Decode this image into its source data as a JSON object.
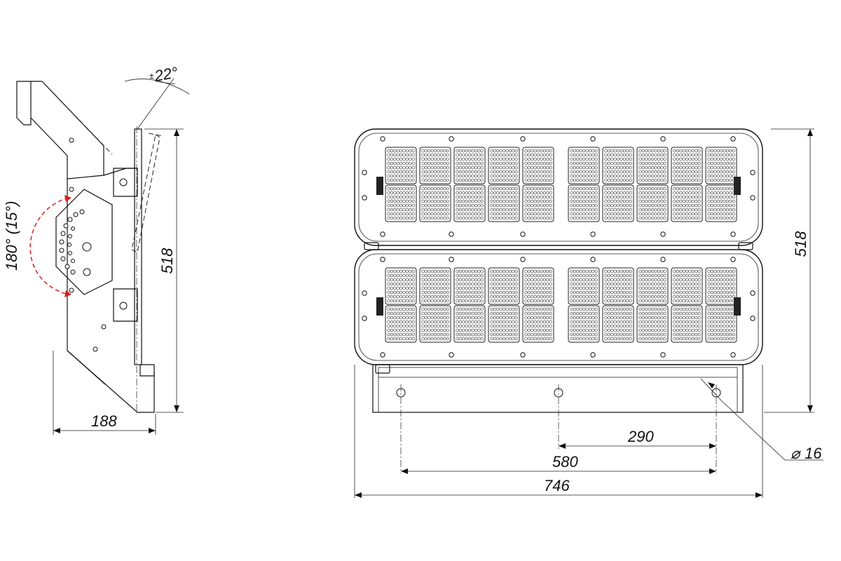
{
  "dimensions": {
    "side_depth": "188",
    "side_height": "518",
    "tilt_angle": "22°",
    "tilt_tolerance": "±",
    "rotation": "180° (15°)",
    "front_height": "518",
    "hole_spacing_half": "290",
    "hole_spacing_full": "580",
    "total_width": "746",
    "hole_diameter": "16",
    "diameter_symbol": "⌀"
  },
  "panel": {
    "modules_per_row": 10,
    "rows_per_panel": 2,
    "panels": 2,
    "led_grid_cols": 9,
    "led_grid_rows": 8
  },
  "colors": {
    "line": "#111111",
    "rotation_arrow": "#d42020",
    "background": "#ffffff"
  }
}
